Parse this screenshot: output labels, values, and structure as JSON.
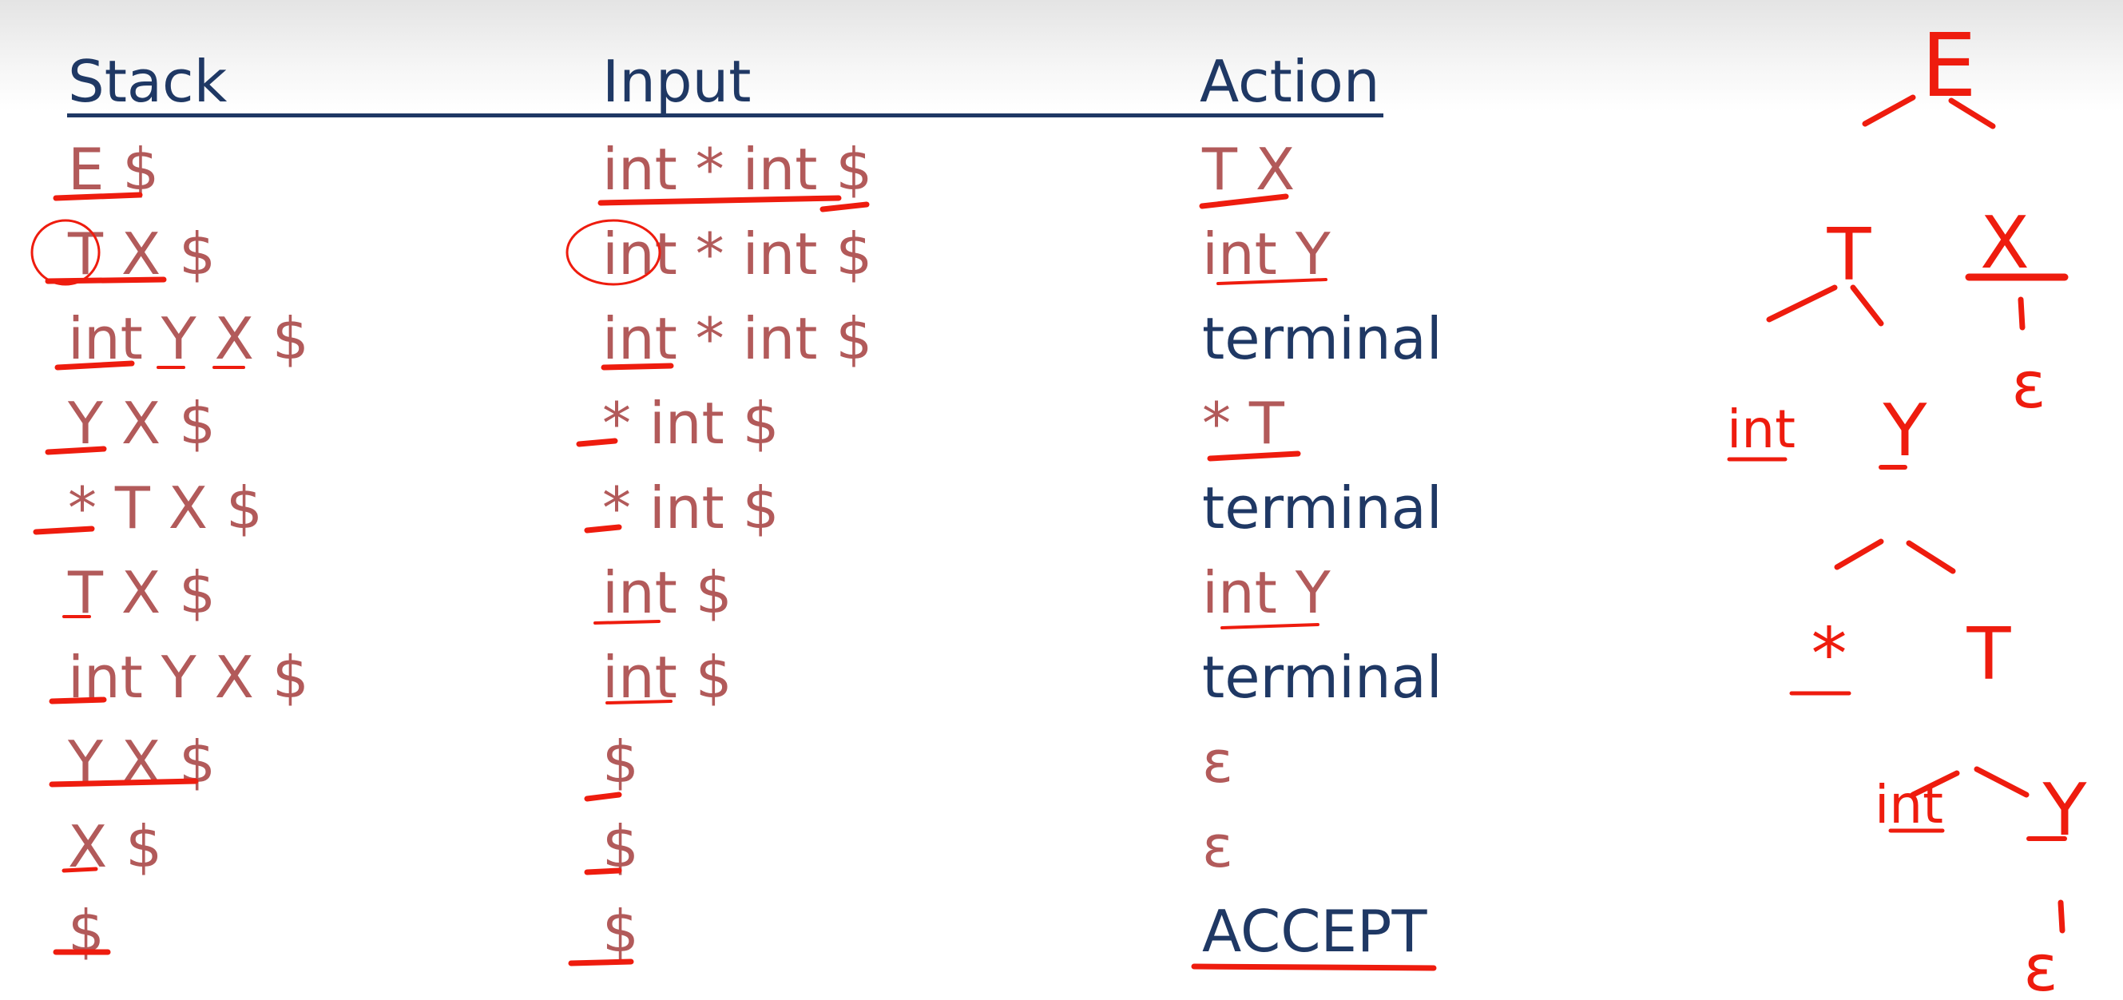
{
  "headers": {
    "stack": "Stack",
    "input": "Input",
    "action": "Action"
  },
  "rows": [
    {
      "stack": "E $",
      "input": "int * int $",
      "action": "T X",
      "action_kind": "red"
    },
    {
      "stack": "T X $",
      "input": "int * int $",
      "action": "int Y",
      "action_kind": "red"
    },
    {
      "stack": "int Y X $",
      "input": "int * int $",
      "action": "terminal",
      "action_kind": "blue"
    },
    {
      "stack": "Y X $",
      "input": "* int $",
      "action": "* T",
      "action_kind": "red"
    },
    {
      "stack": "* T X $",
      "input": "* int $",
      "action": "terminal",
      "action_kind": "blue"
    },
    {
      "stack": "T X $",
      "input": "int $",
      "action": "int Y",
      "action_kind": "red"
    },
    {
      "stack": "int Y X $",
      "input": "int $",
      "action": "terminal",
      "action_kind": "blue"
    },
    {
      "stack": "Y X $",
      "input": "$",
      "action": "ε",
      "action_kind": "red"
    },
    {
      "stack": "X $",
      "input": "$",
      "action": "ε",
      "action_kind": "red"
    },
    {
      "stack": "$",
      "input": "$",
      "action": "ACCEPT",
      "action_kind": "blue"
    }
  ],
  "parse_tree": {
    "nodes": [
      "E",
      "T",
      "X",
      "int",
      "Y",
      "ε",
      "*",
      "T",
      "int",
      "Y",
      "ε"
    ]
  },
  "colors": {
    "header": "#1f3864",
    "table_red": "#b25a5a",
    "ink": "#ee1c0e"
  }
}
